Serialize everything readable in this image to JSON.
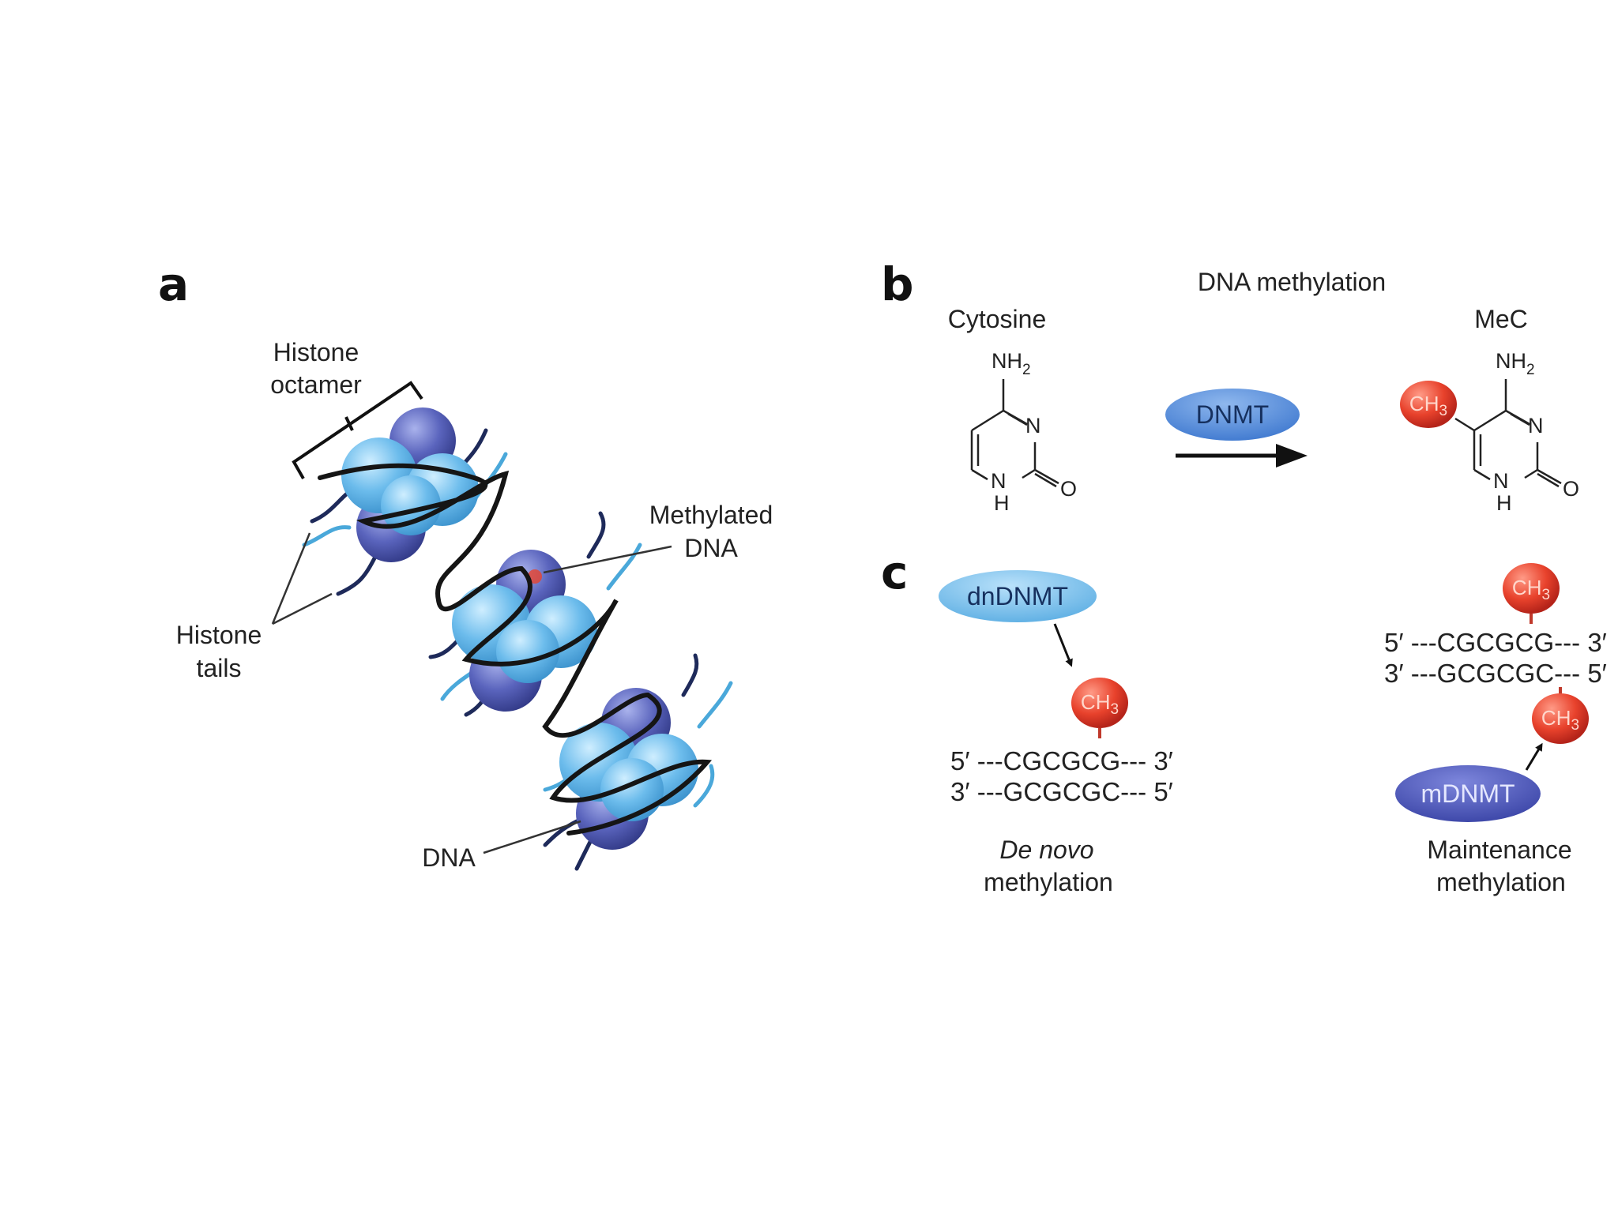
{
  "panel_a": {
    "letter": "a",
    "label_histone_octamer": [
      "Histone",
      "octamer"
    ],
    "label_methylated_dna": [
      "Methylated",
      "DNA"
    ],
    "label_histone_tails": [
      "Histone",
      "tails"
    ],
    "label_dna": "DNA"
  },
  "panel_b": {
    "letter": "b",
    "title": "DNA methylation",
    "left_label": "Cytosine",
    "right_label": "MeC",
    "enzyme": "DNMT",
    "nh2": "NH",
    "nh2_sub": "2",
    "atom_n": "N",
    "atom_h": "H",
    "atom_o": "O",
    "methyl": "CH",
    "methyl_sub": "3"
  },
  "panel_c": {
    "letter": "c",
    "denovo_enzyme": "dnDNMT",
    "denovo_top_strand": "5′ ---CGCGCG--- 3′",
    "denovo_bottom_strand": "3′ ---GCGCGC--- 5′",
    "denovo_caption": [
      "De novo",
      "methylation"
    ],
    "maint_top_strand": "5′ ---CGCGCG--- 3′",
    "maint_bottom_strand": "3′ ---GCGCGC--- 5′",
    "maint_enzyme": "mDNMT",
    "maint_caption": [
      "Maintenance",
      "methylation"
    ]
  },
  "colors": {
    "light_blue": "#7cc3ef",
    "dark_blue": "#5661b8",
    "methyl_red": "#e8422c",
    "dna_black": "#151515",
    "tail_light": "#4aa8da",
    "tail_dark": "#1e2a5a"
  },
  "icons": [
    "histone-bead-icon",
    "methyl-group-icon",
    "arrow-icon"
  ]
}
